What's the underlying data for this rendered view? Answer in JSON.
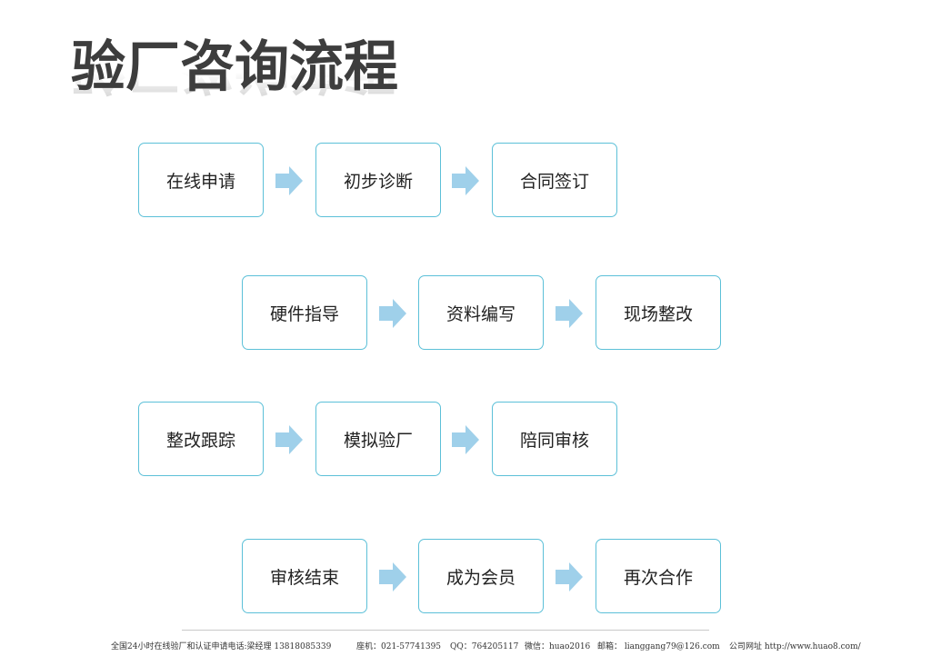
{
  "title": "验厂咨询流程",
  "rows": [
    {
      "steps": [
        "在线申请",
        "初步诊断",
        "合同签订"
      ]
    },
    {
      "steps": [
        "硬件指导",
        "资料编写",
        "现场整改"
      ]
    },
    {
      "steps": [
        "整改跟踪",
        "模拟验厂",
        "陪同审核"
      ]
    },
    {
      "steps": [
        "审核结束",
        "成为会员",
        "再次合作"
      ]
    }
  ],
  "colors": {
    "box_border": "#5cc0d8",
    "arrow_fill": "#9fd0ea"
  },
  "footer": {
    "hotline": "全国24小时在线验厂和认证申请电话:梁经理  13818085339",
    "fax": "座机：021-57741395",
    "qq": "QQ：764205117",
    "wechat": "微信：huao2016",
    "email": "邮箱： lianggang79@126.com",
    "website": "公司网址  http://www.huao8.com/"
  }
}
